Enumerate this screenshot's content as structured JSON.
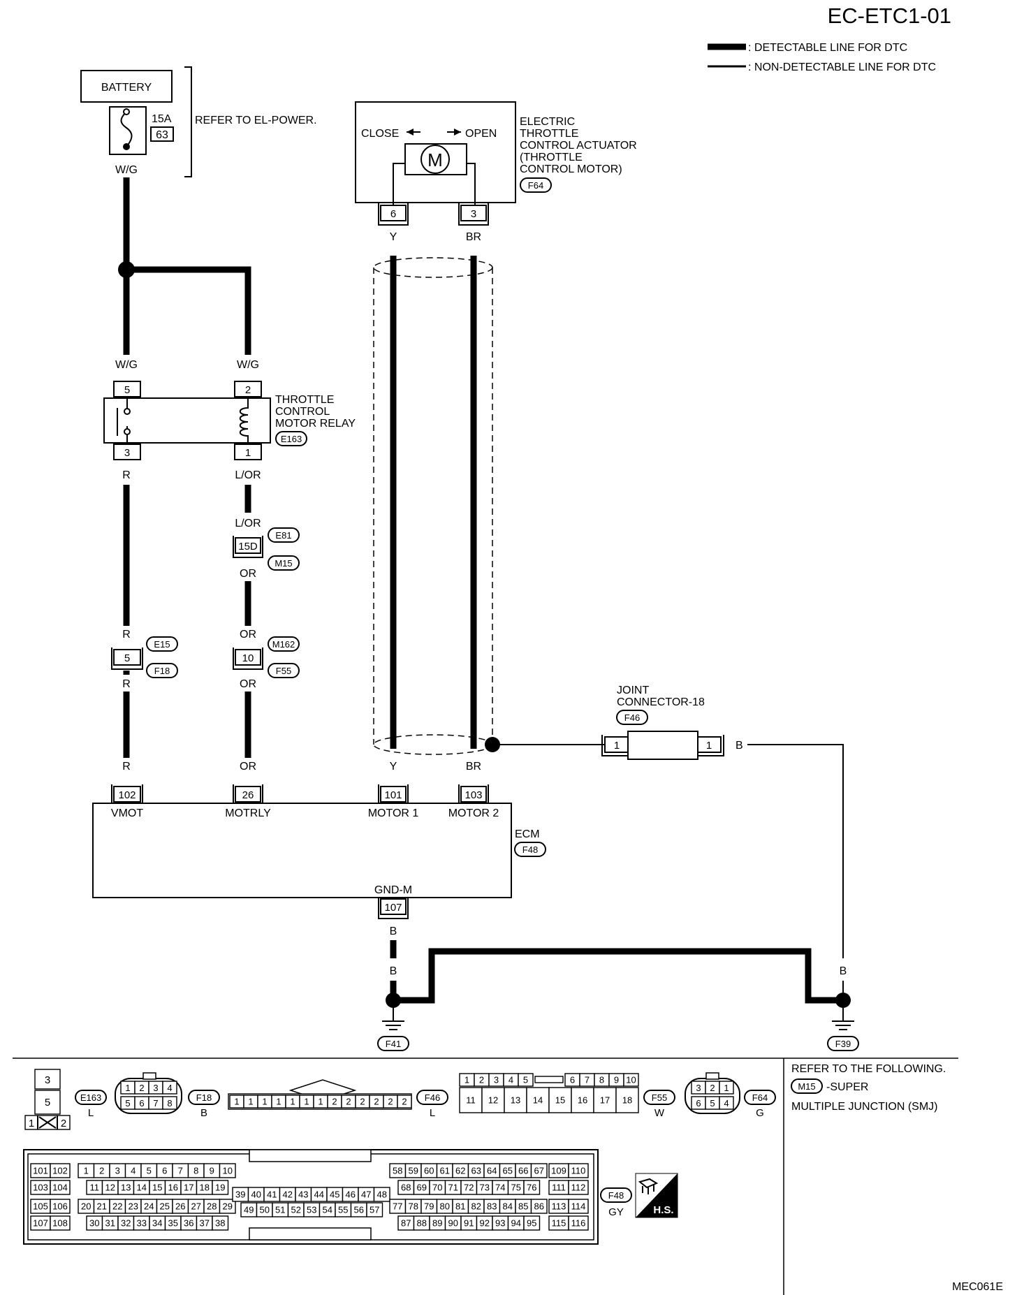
{
  "title": "EC-ETC1-01",
  "legend": {
    "detectable": ": DETECTABLE LINE FOR DTC",
    "non_detectable": ": NON-DETECTABLE LINE FOR DTC"
  },
  "battery": {
    "label": "BATTERY",
    "fuse_amp": "15A",
    "fuse_no": "63",
    "refer": "REFER TO EL-POWER.",
    "wire": "W/G"
  },
  "actuator": {
    "close": "CLOSE",
    "open": "OPEN",
    "motor": "M",
    "name": [
      "ELECTRIC",
      "THROTTLE",
      "CONTROL ACTUATOR",
      "(THROTTLE",
      "CONTROL MOTOR)"
    ],
    "connector": "F64",
    "pin_a": "6",
    "pin_b": "3",
    "wire_a": "Y",
    "wire_b": "BR"
  },
  "relay": {
    "name": [
      "THROTTLE",
      "CONTROL",
      "MOTOR RELAY"
    ],
    "connector": "E163",
    "pin_tl": "5",
    "pin_tr": "2",
    "pin_bl": "3",
    "pin_br": "1",
    "wire_tl": "W/G",
    "wire_tr": "W/G",
    "wire_bl": "R",
    "wire_br": "L/OR"
  },
  "inline_mid": {
    "wire_top": "L/OR",
    "pin": "15D",
    "conn_top": "E81",
    "conn_bot": "M15",
    "wire_bot": "OR"
  },
  "inline_left": {
    "wire_top": "R",
    "pin": "5",
    "conn_top": "E15",
    "conn_bot": "F18",
    "wire_bot": "R"
  },
  "inline_right": {
    "wire_top": "OR",
    "pin": "10",
    "conn_top": "M162",
    "conn_bot": "F55",
    "wire_bot": "OR"
  },
  "joint": {
    "name": [
      "JOINT",
      "CONNECTOR-18"
    ],
    "connector": "F46",
    "pin_l": "1",
    "pin_r": "1",
    "wire": "B"
  },
  "ecm": {
    "name": "ECM",
    "connector": "F48",
    "pins": [
      {
        "pin": "102",
        "label": "VMOT",
        "wire": "R"
      },
      {
        "pin": "26",
        "label": "MOTRLY",
        "wire": "OR"
      },
      {
        "pin": "101",
        "label": "MOTOR 1",
        "wire": "Y"
      },
      {
        "pin": "103",
        "label": "MOTOR 2",
        "wire": "BR"
      }
    ],
    "gnd_label": "GND-M",
    "gnd_pin": "107",
    "gnd_wire": "B"
  },
  "ground": {
    "wire_l1": "B",
    "wire_l2": "B",
    "wire_r1": "B",
    "wire_r2": "B",
    "wire_far": "B",
    "conn_left": "F41",
    "conn_right": "F39"
  },
  "connector_views": {
    "e163": {
      "cells": [
        "3",
        "5",
        "1",
        "2"
      ],
      "id": "E163",
      "color": "L"
    },
    "f18": {
      "top": [
        "1",
        "2",
        "3",
        "4"
      ],
      "bottom": [
        "5",
        "6",
        "7",
        "8"
      ],
      "id": "F18",
      "color": "B"
    },
    "f46": {
      "cells": [
        "1",
        "1",
        "1",
        "1",
        "1",
        "1",
        "1",
        "2",
        "2",
        "2",
        "2",
        "2",
        "2"
      ],
      "id": "F46",
      "color": "L"
    },
    "f55": {
      "top": [
        "1",
        "2",
        "3",
        "4",
        "5",
        "6",
        "7",
        "8",
        "9",
        "10"
      ],
      "bottom": [
        "11",
        "12",
        "13",
        "14",
        "15",
        "16",
        "17",
        "18"
      ],
      "id": "F55",
      "color": "W"
    },
    "f64": {
      "top": [
        "3",
        "2",
        "1"
      ],
      "bottom": [
        "6",
        "5",
        "4"
      ],
      "id": "F64",
      "color": "G"
    },
    "f48": {
      "id": "F48",
      "color": "GY",
      "hs": "H.S.",
      "g1": [
        [
          "101",
          "102"
        ],
        [
          "103",
          "104"
        ],
        [
          "105",
          "106"
        ],
        [
          "107",
          "108"
        ]
      ],
      "g2": [
        [
          "1",
          "2",
          "3",
          "4",
          "5",
          "6",
          "7",
          "8",
          "9",
          "10"
        ],
        [
          "11",
          "12",
          "13",
          "14",
          "15",
          "16",
          "17",
          "18",
          "19"
        ],
        [
          "20",
          "21",
          "22",
          "23",
          "24",
          "25",
          "26",
          "27",
          "28",
          "29"
        ],
        [
          "30",
          "31",
          "32",
          "33",
          "34",
          "35",
          "36",
          "37",
          "38"
        ]
      ],
      "g3": [
        [
          "39",
          "40",
          "41",
          "42",
          "43",
          "44",
          "45",
          "46",
          "47",
          "48"
        ],
        [
          "49",
          "50",
          "51",
          "52",
          "53",
          "54",
          "55",
          "56",
          "57"
        ]
      ],
      "g4": [
        [
          "58",
          "59",
          "60",
          "61",
          "62",
          "63",
          "64",
          "65",
          "66",
          "67"
        ],
        [
          "68",
          "69",
          "70",
          "71",
          "72",
          "73",
          "74",
          "75",
          "76"
        ],
        [
          "77",
          "78",
          "79",
          "80",
          "81",
          "82",
          "83",
          "84",
          "85",
          "86"
        ],
        [
          "87",
          "88",
          "89",
          "90",
          "91",
          "92",
          "93",
          "94",
          "95"
        ]
      ],
      "g5": [
        [
          "109",
          "110"
        ],
        [
          "111",
          "112"
        ],
        [
          "113",
          "114"
        ],
        [
          "115",
          "116"
        ]
      ]
    }
  },
  "refer_note": {
    "line1": "REFER TO THE FOLLOWING.",
    "conn": "M15",
    "line2": "-SUPER",
    "line3": "MULTIPLE JUNCTION (SMJ)"
  },
  "figure_id": "MEC061E"
}
